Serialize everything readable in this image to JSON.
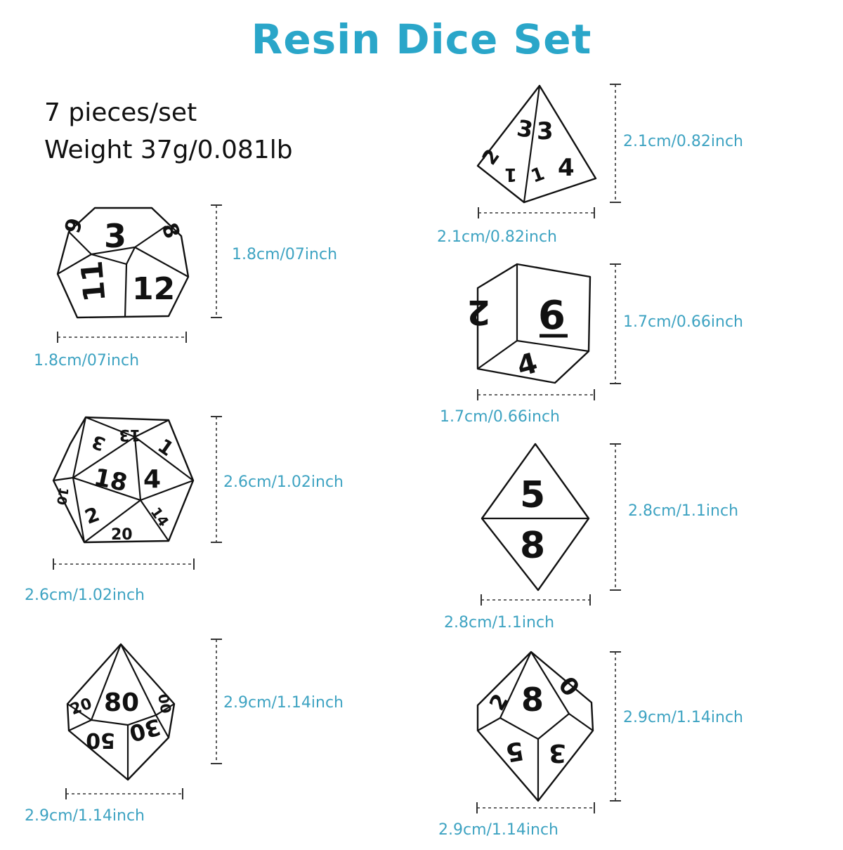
{
  "title": "Resin Dice Set",
  "specs": {
    "pieces": "7 pieces/set",
    "weight": "Weight 37g/0.081lb"
  },
  "dice": [
    {
      "name": "d12",
      "height": "1.8cm/07inch",
      "width": "1.8cm/07inch",
      "faces": [
        "9",
        "3",
        "8",
        "11",
        "12"
      ]
    },
    {
      "name": "d20",
      "height": "2.6cm/1.02inch",
      "width": "2.6cm/1.02inch",
      "faces": [
        "13",
        "3",
        "1",
        "18",
        "4",
        "10",
        "2",
        "14",
        "20"
      ]
    },
    {
      "name": "d00",
      "height": "2.9cm/1.14inch",
      "width": "2.9cm/1.14inch",
      "faces": [
        "20",
        "80",
        "00",
        "50",
        "30"
      ]
    },
    {
      "name": "d4",
      "height": "2.1cm/0.82inch",
      "width": "2.1cm/0.82inch",
      "faces": [
        "3",
        "3",
        "2",
        "1",
        "1",
        "4"
      ]
    },
    {
      "name": "d6",
      "height": "1.7cm/0.66inch",
      "width": "1.7cm/0.66inch",
      "faces": [
        "2",
        "6",
        "4"
      ]
    },
    {
      "name": "d8",
      "height": "2.8cm/1.1inch",
      "width": "2.8cm/1.1inch",
      "faces": [
        "5",
        "8"
      ]
    },
    {
      "name": "d10",
      "height": "2.9cm/1.14inch",
      "width": "2.9cm/1.14inch",
      "faces": [
        "2",
        "8",
        "0",
        "5",
        "3"
      ]
    }
  ]
}
